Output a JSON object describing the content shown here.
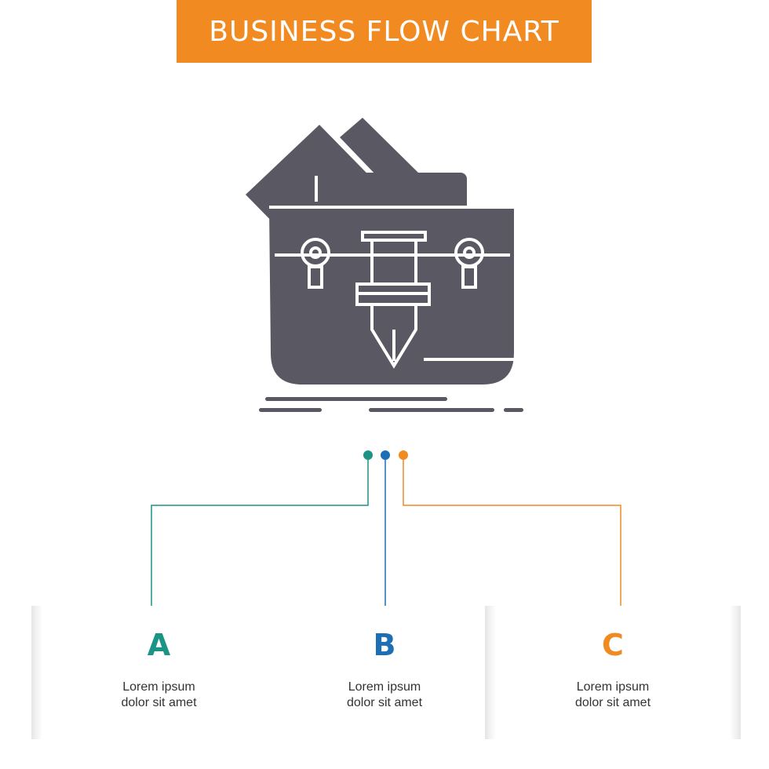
{
  "title": "BUSINESS FLOW CHART",
  "colors": {
    "banner": "#f28a22",
    "icon": "#595863",
    "teal": "#1b9485",
    "blue": "#1c6fb5",
    "orange": "#f28a22"
  },
  "icon": "briefcase-with-pen-icon",
  "steps": [
    {
      "letter": "A",
      "line1": "Lorem ipsum",
      "line2": "dolor sit amet",
      "color": "#1b9485"
    },
    {
      "letter": "B",
      "line1": "Lorem ipsum",
      "line2": "dolor sit amet",
      "color": "#1c6fb5"
    },
    {
      "letter": "C",
      "line1": "Lorem ipsum",
      "line2": "dolor sit amet",
      "color": "#f28a22"
    }
  ]
}
